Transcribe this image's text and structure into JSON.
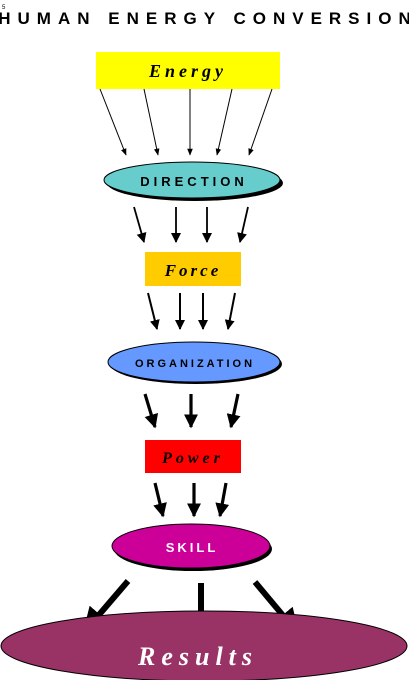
{
  "page_number": "5",
  "title": "HUMAN ENERGY CONVERSION",
  "nodes": {
    "energy": {
      "label": "Energy",
      "fill": "#ffff00"
    },
    "direction": {
      "label": "DIRECTION",
      "fill": "#66cccc"
    },
    "force": {
      "label": "Force",
      "fill": "#ffcc00"
    },
    "organization": {
      "label": "ORGANIZATION",
      "fill": "#6699ff"
    },
    "power": {
      "label": "Power",
      "fill": "#ff0000"
    },
    "skill": {
      "label": "SKILL",
      "fill": "#cc0099"
    },
    "results": {
      "label": "Results",
      "fill": "#993366"
    }
  }
}
